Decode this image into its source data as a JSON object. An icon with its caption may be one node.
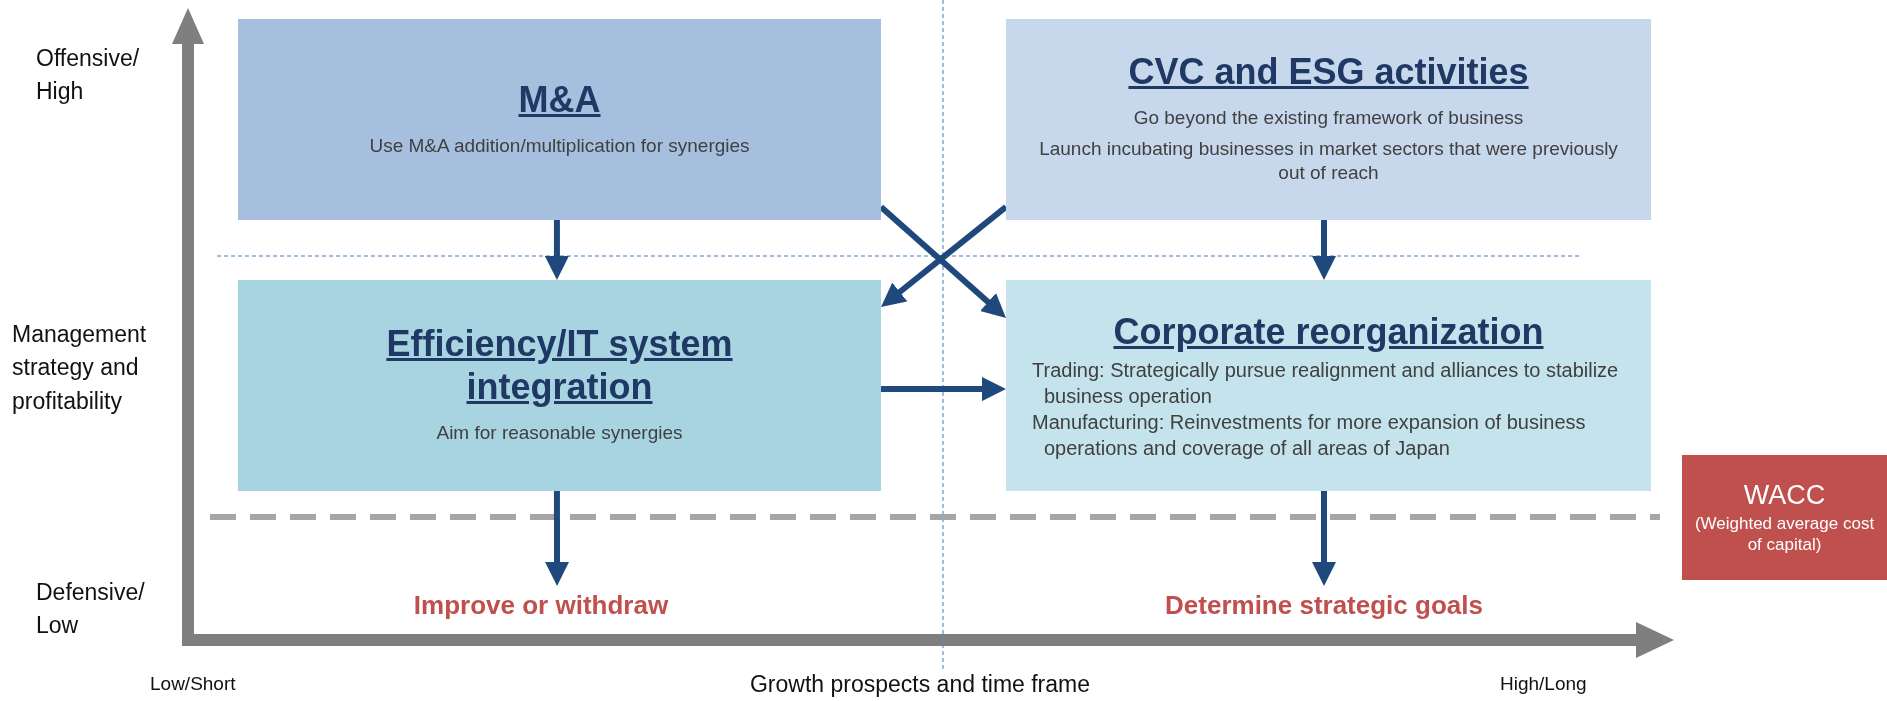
{
  "diagram": {
    "nodes": [
      {
        "text": [
          "M&A",
          "Use M&A addition/multiplication for synergies"
        ]
      },
      {
        "text": [
          "CVC and ESG activities",
          "Go beyond the existing framework of business",
          "Launch incubating businesses in market sectors that were previously out of reach"
        ]
      },
      {
        "text": [
          "Efficiency/IT system integration",
          "Aim for reasonable synergies"
        ]
      },
      {
        "text": [
          "Corporate reorganization",
          "Trading: Strategically pursue realignment and alliances to stabilize business operation",
          "Manufacturing: Reinvestments for more expansion of business operations and coverage of all areas of Japan"
        ]
      },
      {
        "text": [
          "WACC",
          "(Weighted average cost of capital)"
        ]
      },
      {
        "text": [
          "Improve or withdraw"
        ]
      },
      {
        "text": [
          "Determine strategic goals"
        ]
      }
    ],
    "edges": [
      {
        "from": 0,
        "to": 2,
        "arrow": "to"
      },
      {
        "from": 0,
        "to": 3,
        "arrow": "to"
      },
      {
        "from": 1,
        "to": 2,
        "arrow": "to"
      },
      {
        "from": 1,
        "to": 3,
        "arrow": "to"
      },
      {
        "from": 2,
        "to": 3,
        "arrow": "to"
      },
      {
        "from": 2,
        "to": 5,
        "arrow": "to"
      },
      {
        "from": 3,
        "to": 6,
        "arrow": "to"
      }
    ],
    "labels": [
      "Offensive/ High",
      "Management strategy and profitability",
      "Defensive/ Low",
      "Low/Short",
      "Growth prospects and time frame",
      "High/Long"
    ]
  }
}
